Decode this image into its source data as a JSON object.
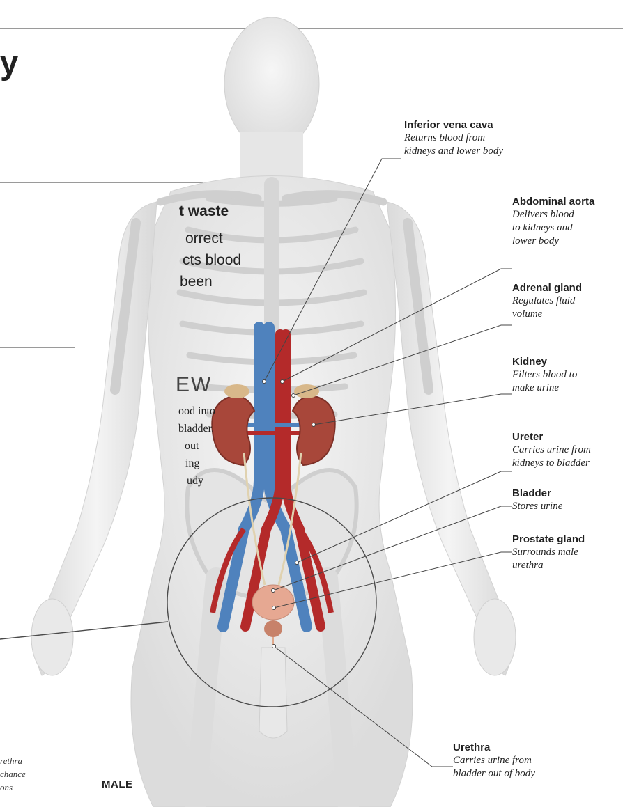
{
  "left_fragments": {
    "heading_char": "y",
    "lead_bold": "t waste",
    "lead_lines": [
      "orrect",
      "cts blood",
      "been"
    ],
    "overview": "EW",
    "body_lines": [
      "ood into",
      "bladder.",
      "out",
      "ing",
      "udy"
    ],
    "caption_lines": [
      "rethra",
      "chance",
      "ons"
    ]
  },
  "figure_label": "MALE",
  "labels": [
    {
      "name": "Inferior vena cava",
      "desc": [
        "Returns blood from",
        "kidneys and lower body"
      ]
    },
    {
      "name": "Abdominal aorta",
      "desc": [
        "Delivers blood",
        "to kidneys and",
        "lower body"
      ]
    },
    {
      "name": "Adrenal gland",
      "desc": [
        "Regulates fluid",
        "volume"
      ]
    },
    {
      "name": "Kidney",
      "desc": [
        "Filters blood to",
        "make urine"
      ]
    },
    {
      "name": "Ureter",
      "desc": [
        "Carries urine from",
        "kidneys to bladder"
      ]
    },
    {
      "name": "Bladder",
      "desc": [
        "Stores urine"
      ]
    },
    {
      "name": "Prostate gland",
      "desc": [
        "Surrounds male",
        "urethra"
      ]
    },
    {
      "name": "Urethra",
      "desc": [
        "Carries urine from",
        "bladder out of body"
      ]
    }
  ],
  "colors": {
    "body": "#eeeeee",
    "bone": "#e2e2e2",
    "vein": "#4f82bd",
    "artery": "#b42a2a",
    "kidney": "#a8473a",
    "adrenal": "#d8b88a",
    "bladder": "#e6a892",
    "prostate": "#c7826a",
    "leader": "#444444"
  }
}
